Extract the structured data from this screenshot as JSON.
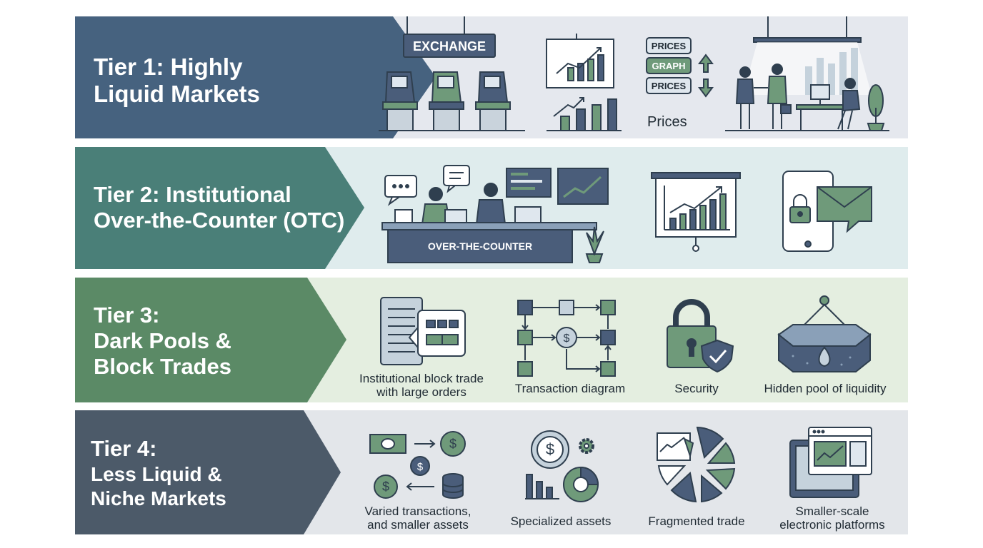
{
  "tiers": [
    {
      "title_lines": [
        "Tier 1: Highly",
        "Liquid Markets"
      ],
      "color": "#46627f",
      "panel_color": "#e5e8ee",
      "labels": {
        "exchange": "EXCHANGE",
        "prices_1": "PRICES",
        "graph": "GRAPH",
        "prices_2": "PRICES",
        "prices_caption": "Prices"
      }
    },
    {
      "title_lines": [
        "Tier 2: Institutional",
        "Over-the-Counter (OTC)"
      ],
      "color": "#4a7f78",
      "panel_color": "#dfeced",
      "labels": {
        "counter": "OVER-THE-COUNTER"
      }
    },
    {
      "title_lines": [
        "Tier 3:",
        "Dark Pools &",
        "Block Trades"
      ],
      "color": "#5b8a66",
      "panel_color": "#e4eee0",
      "captions": [
        [
          "Institutional block trade",
          "with large orders"
        ],
        [
          "Transaction diagram"
        ],
        [
          "Security"
        ],
        [
          "Hidden pool of liquidity"
        ]
      ]
    },
    {
      "title_lines": [
        "Tier 4:",
        "Less Liquid &",
        "Niche Markets"
      ],
      "color": "#4c5a69",
      "panel_color": "#e3e6ea",
      "captions": [
        [
          "Varied transactions,",
          "and smaller  assets"
        ],
        [
          "Specialized assets"
        ],
        [
          "Fragmented trade"
        ],
        [
          "Smaller-scale",
          "electronic platforms"
        ]
      ]
    }
  ],
  "icon_colors": {
    "stroke": "#2f3f4f",
    "green": "#6f9a7a",
    "slate": "#4a5d7a",
    "light": "#dfe7ee"
  }
}
